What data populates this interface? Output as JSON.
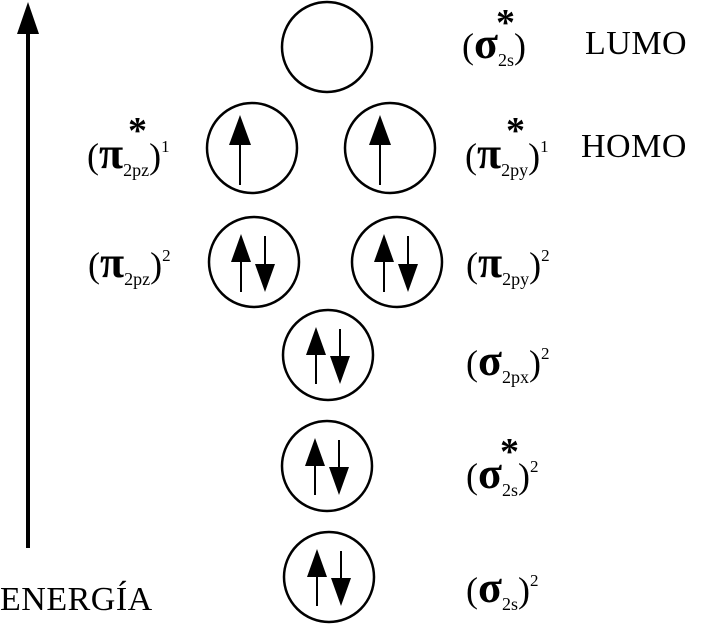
{
  "axis": {
    "label": "ENERGÍA"
  },
  "frontier_labels": {
    "lumo": "LUMO",
    "homo": "HOMO"
  },
  "orbitals": [
    {
      "id": "sigma-star-2s-top",
      "symbol": "σ",
      "star": true,
      "subscript": "2s",
      "occupancy": "",
      "electrons": "empty"
    },
    {
      "id": "pi-star-2pz",
      "symbol": "π",
      "star": true,
      "subscript": "2pz",
      "occupancy": "1",
      "electrons": "single-up"
    },
    {
      "id": "pi-star-2py",
      "symbol": "π",
      "star": true,
      "subscript": "2py",
      "occupancy": "1",
      "electrons": "single-up"
    },
    {
      "id": "pi-2pz",
      "symbol": "π",
      "star": false,
      "subscript": "2pz",
      "occupancy": "2",
      "electrons": "paired"
    },
    {
      "id": "pi-2py",
      "symbol": "π",
      "star": false,
      "subscript": "2py",
      "occupancy": "2",
      "electrons": "paired"
    },
    {
      "id": "sigma-2px",
      "symbol": "σ",
      "star": false,
      "subscript": "2px",
      "occupancy": "2",
      "electrons": "paired"
    },
    {
      "id": "sigma-star-2s",
      "symbol": "σ",
      "star": true,
      "subscript": "2s",
      "occupancy": "2",
      "electrons": "paired"
    },
    {
      "id": "sigma-2s",
      "symbol": "σ",
      "star": false,
      "subscript": "2s",
      "occupancy": "2",
      "electrons": "paired"
    }
  ],
  "glyphs": {
    "open_paren": "(",
    "close_paren": ")",
    "star": "*"
  }
}
